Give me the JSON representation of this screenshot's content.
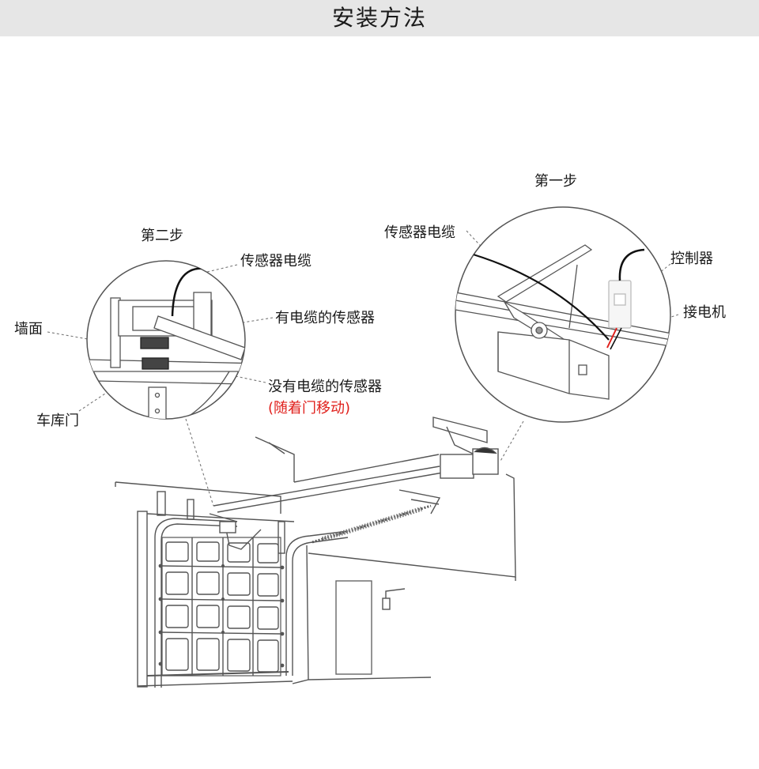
{
  "header": {
    "title": "安装方法"
  },
  "step_one": {
    "title": "第一步",
    "sensor_cable_label": "传感器电缆",
    "controller_label": "控制器",
    "connect_motor_label": "接电机"
  },
  "step_two": {
    "title": "第二步",
    "sensor_cable_label": "传感器电缆",
    "sensor_with_cable_label": "有电缆的传感器",
    "sensor_without_cable_label": "没有电缆的传感器",
    "moves_with_door_note": "(随着门移动)",
    "wall_label": "墙面",
    "garage_door_label": "车库门"
  },
  "colors": {
    "accent_red": "#e0201c",
    "header_bg": "#e6e6e6",
    "line": "#444444"
  }
}
